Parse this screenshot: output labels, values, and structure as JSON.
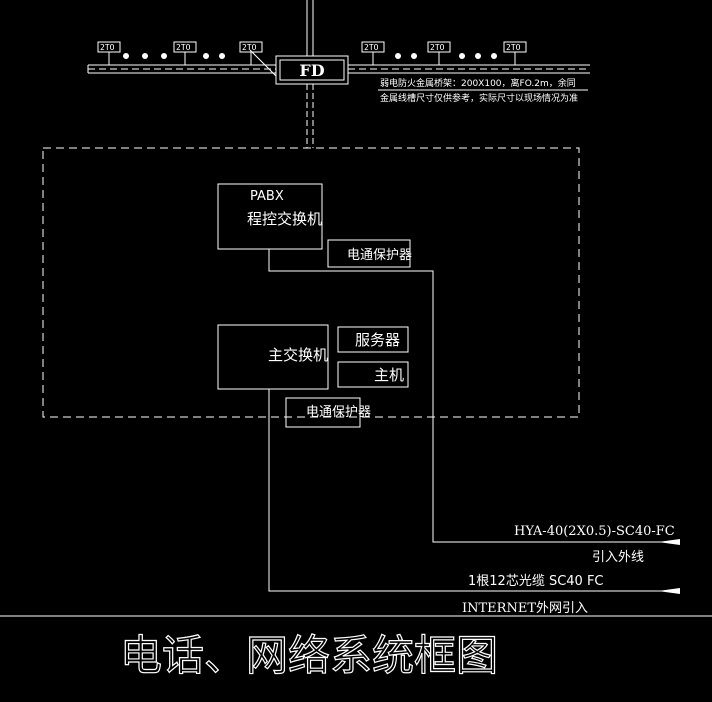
{
  "drawing": {
    "fd_label": "FD",
    "outlet_label": "2TO",
    "tray_note_line1": "弱电防火金属桥架：200X100，离FO.2m，余同",
    "tray_note_line2": "金属线槽尺寸仅供参考，实际尺寸以现场情况为准",
    "pabx_label_line1": "PABX",
    "pabx_label_line2": "程控交换机",
    "protector_top": "电通保护器",
    "main_switch": "主交换机",
    "server": "服务器",
    "host": "主机",
    "protector_bottom": "电通保护器",
    "cable_top_spec": "HYA-40(2X0.5)-SC40-FC",
    "cable_top_desc": "引入外线",
    "cable_bottom_spec": "1根12芯光缆 SC40 FC",
    "cable_bottom_desc": "INTERNET外网引入",
    "title": "电话、网络系统框图"
  }
}
